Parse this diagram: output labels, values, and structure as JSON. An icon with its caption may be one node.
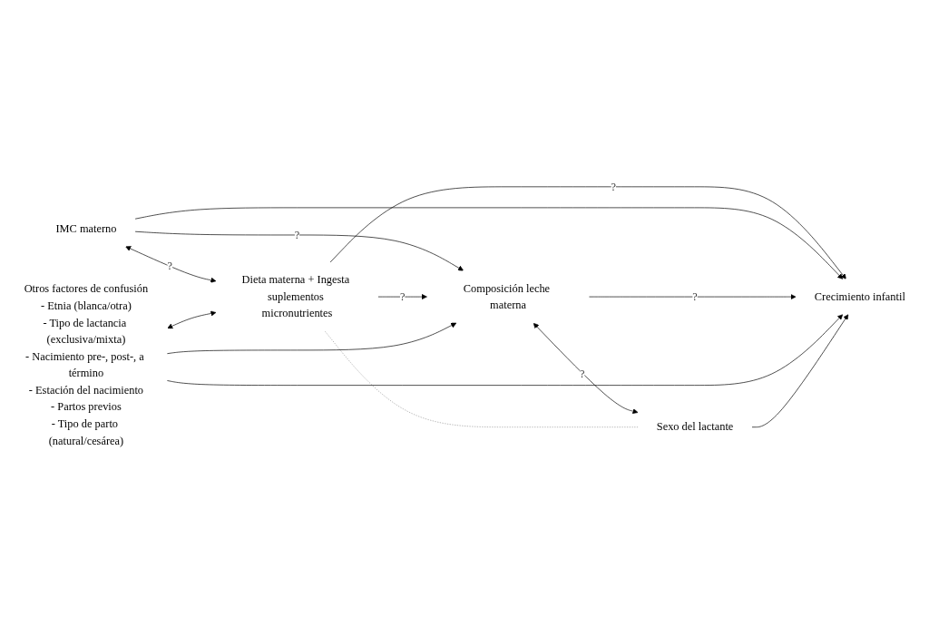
{
  "diagram": {
    "nodes": [
      {
        "text": [
          "IMC materno"
        ]
      },
      {
        "text": [
          "Dieta materna + Ingesta suplementos micronutrientes"
        ]
      },
      {
        "text": [
          "Composición leche materna"
        ]
      },
      {
        "text": [
          "Crecimiento infantil"
        ]
      },
      {
        "text": [
          "Sexo del lactante"
        ]
      },
      {
        "text": [
          "Otros factores de confusión",
          "- Etnia (blanca/otra)",
          "- Tipo de lactancia (exclusiva/mixta)",
          "- Nacimiento pre-, post-, a término",
          "- Estación del nacimiento",
          "- Partos previos",
          "- Tipo de parto (natural/cesárea)"
        ]
      }
    ],
    "edges": [
      {
        "from": 1,
        "to": 3,
        "arrow": "to",
        "label": "?"
      },
      {
        "from": 0,
        "to": 1,
        "arrow": "both",
        "label": "?"
      },
      {
        "from": 0,
        "to": 2,
        "arrow": "to",
        "label": "?"
      },
      {
        "from": 0,
        "to": 3,
        "arrow": "to"
      },
      {
        "from": 1,
        "to": 2,
        "arrow": "to",
        "label": "?"
      },
      {
        "from": 2,
        "to": 3,
        "arrow": "to",
        "label": "?"
      },
      {
        "from": 2,
        "to": 4,
        "arrow": "both",
        "label": "?"
      },
      {
        "from": 1,
        "to": 4,
        "arrow": "none",
        "style": "dashed",
        "color": "#999999"
      },
      {
        "from": 5,
        "to": 1,
        "arrow": "both"
      },
      {
        "from": 5,
        "to": 2,
        "arrow": "to"
      },
      {
        "from": 5,
        "to": 3,
        "arrow": "to"
      },
      {
        "from": 4,
        "to": 3,
        "arrow": "to"
      }
    ]
  }
}
